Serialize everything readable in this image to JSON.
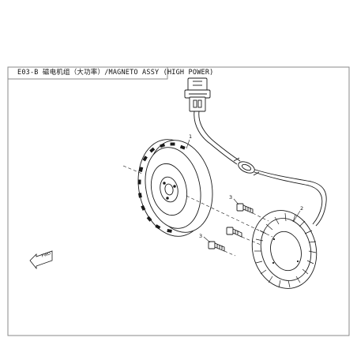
{
  "title": "E03-B 磁电机组（大功率）/MAGNETO ASSY (HIGH POWER)",
  "callouts": [
    {
      "id": "flywheel",
      "label": "1"
    },
    {
      "id": "stator",
      "label": "2"
    },
    {
      "id": "bolt-upper",
      "label": "3"
    },
    {
      "id": "bolt-lower",
      "label": "3"
    }
  ],
  "direction_marker": "FWD",
  "colors": {
    "line": "#1a1a1a",
    "frame": "#8a8a8a",
    "paper": "#ffffff"
  }
}
